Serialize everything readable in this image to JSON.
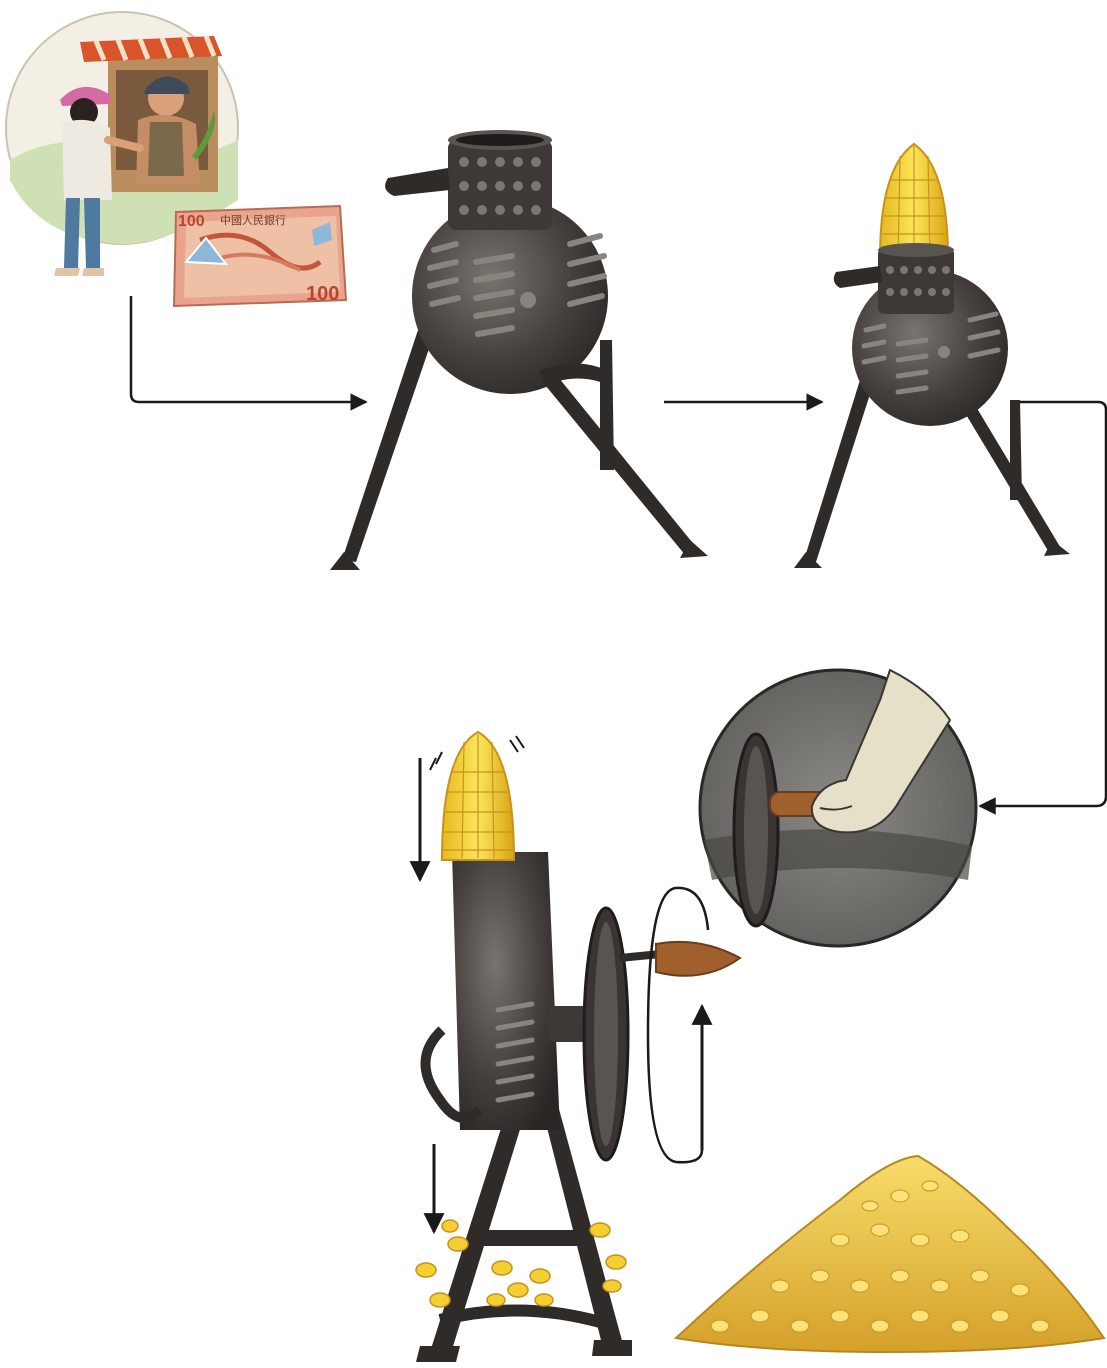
{
  "diagram": {
    "steps": [
      {
        "id": "buy",
        "icon": "vendor-purchase-icon"
      },
      {
        "id": "machine",
        "icon": "corn-sheller-icon"
      },
      {
        "id": "insert-cob",
        "icon": "corn-in-sheller-icon"
      },
      {
        "id": "turn-handle",
        "icon": "hand-crank-icon"
      },
      {
        "id": "shelling",
        "icon": "operating-sheller-icon"
      },
      {
        "id": "kernels",
        "icon": "corn-kernel-pile-icon"
      }
    ],
    "banknote": {
      "denomination_left": "100",
      "denomination_right": "100",
      "header": "中國人民銀行"
    },
    "colors": {
      "arrow": "#1a1a1a",
      "iron": "#3d3a38",
      "iron_light": "#6b6662",
      "corn": "#f2cc2a",
      "corn_dark": "#d9a514",
      "banknote": "#e8a48c",
      "wood": "#a0602e",
      "awning_red": "#d9532b"
    }
  }
}
